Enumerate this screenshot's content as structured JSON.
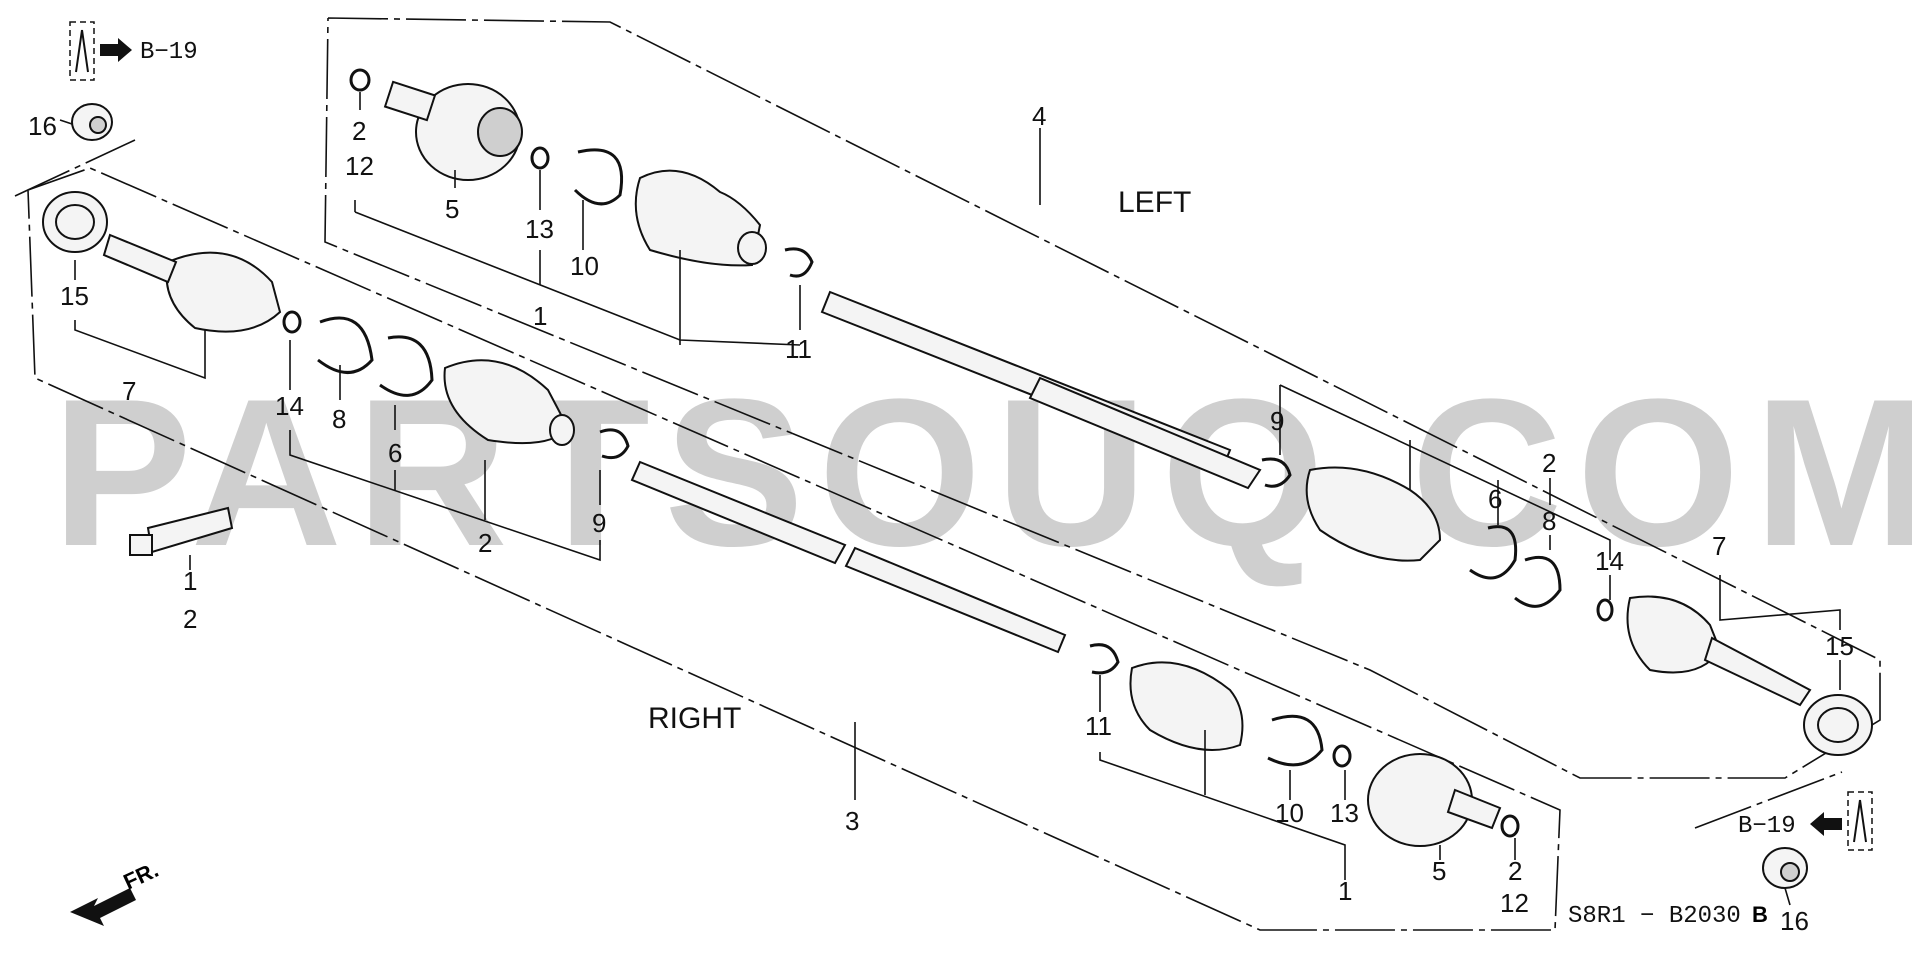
{
  "watermark": "PARTSOUQ.COM",
  "sides": {
    "left": "LEFT",
    "right": "RIGHT"
  },
  "refs": {
    "top_left": "B−19",
    "bottom_right": "B−19",
    "diagram_code": "S8R1 − B2030",
    "diagram_code_suffix": "B",
    "front_arrow": "FR."
  },
  "callouts": {
    "l_2": "2",
    "l_12": "12",
    "l_5": "5",
    "l_13": "13",
    "l_10": "10",
    "l_1": "1",
    "l_11": "11",
    "l_4": "4",
    "l_9": "9",
    "l_6": "6",
    "l_2b": "2",
    "l_8": "8",
    "l_14": "14",
    "l_7": "7",
    "l_15": "15",
    "l_16": "16",
    "r_16": "16",
    "r_15": "15",
    "r_7": "7",
    "r_14": "14",
    "r_8": "8",
    "r_6": "6",
    "r_2": "2",
    "r_9": "9",
    "r_1": "1",
    "r_2b": "2",
    "r_3": "3",
    "r_11": "11",
    "r_10": "10",
    "r_13": "13",
    "r_1b": "1",
    "r_5": "5",
    "r_2c": "2",
    "r_12": "12"
  }
}
